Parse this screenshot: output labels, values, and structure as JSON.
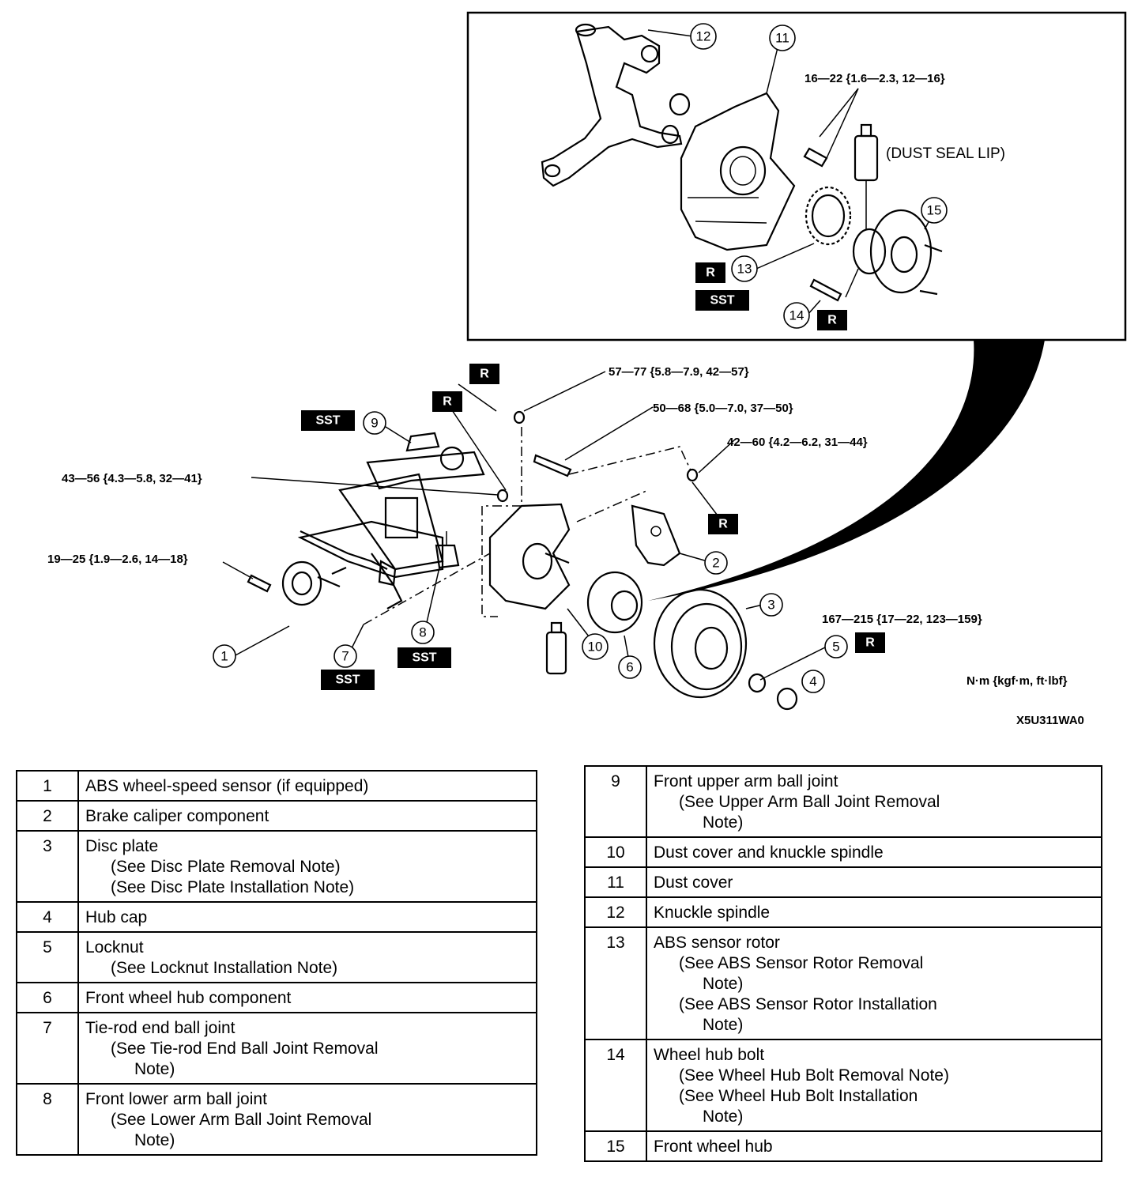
{
  "torque_specs": {
    "t16": "16—22 {1.6—2.3, 12—16}",
    "t57": "57—77 {5.8—7.9, 42—57}",
    "t50": "50—68 {5.0—7.0, 37—50}",
    "t42": "42—60 {4.2—6.2, 31—44}",
    "t43": "43—56 {4.3—5.8, 32—41}",
    "t19": "19—25 {1.9—2.6, 14—18}",
    "t167": "167—215 {17—22, 123—159}"
  },
  "notes": {
    "dust_seal_lip": "(DUST SEAL LIP)",
    "units": "N·m {kgf·m, ft·lbf}",
    "figure_code": "X5U311WA0"
  },
  "tags": {
    "replace": "R",
    "sst": "SST"
  },
  "callouts": [
    "1",
    "2",
    "3",
    "4",
    "5",
    "6",
    "7",
    "8",
    "9",
    "10",
    "11",
    "12",
    "13",
    "14",
    "15"
  ],
  "legend_left": [
    {
      "num": "1",
      "title": "ABS wheel-speed sensor (if equipped)"
    },
    {
      "num": "2",
      "title": "Brake caliper component"
    },
    {
      "num": "3",
      "title": "Disc plate",
      "note1": "(See Disc Plate Removal Note)",
      "note2": "(See  Disc Plate Installation Note)"
    },
    {
      "num": "4",
      "title": "Hub cap"
    },
    {
      "num": "5",
      "title": "Locknut",
      "note1": "(See Locknut Installation Note)"
    },
    {
      "num": "6",
      "title": "Front wheel hub component"
    },
    {
      "num": "7",
      "title": "Tie-rod end ball joint",
      "note1": "(See Tie-rod End Ball Joint Removal",
      "note1b": "Note)"
    },
    {
      "num": "8",
      "title": "Front lower arm ball joint",
      "note1": "(See Lower Arm Ball Joint Removal",
      "note1b": "Note)"
    }
  ],
  "legend_right": [
    {
      "num": "9",
      "title": "Front upper arm ball joint",
      "note1": "(See Upper Arm Ball Joint Removal",
      "note1b": "Note)"
    },
    {
      "num": "10",
      "title": "Dust cover and knuckle spindle"
    },
    {
      "num": "11",
      "title": "Dust cover"
    },
    {
      "num": "12",
      "title": "Knuckle spindle"
    },
    {
      "num": "13",
      "title": "ABS sensor rotor",
      "note1": "(See ABS Sensor Rotor Removal",
      "note1b": "Note)",
      "note2": "(See ABS Sensor Rotor Installation",
      "note2b": "Note)"
    },
    {
      "num": "14",
      "title": "Wheel hub bolt",
      "note1": "(See Wheel Hub Bolt Removal Note)",
      "note2": "(See Wheel Hub Bolt Installation",
      "note2b": "Note)"
    },
    {
      "num": "15",
      "title": "Front wheel hub"
    }
  ]
}
